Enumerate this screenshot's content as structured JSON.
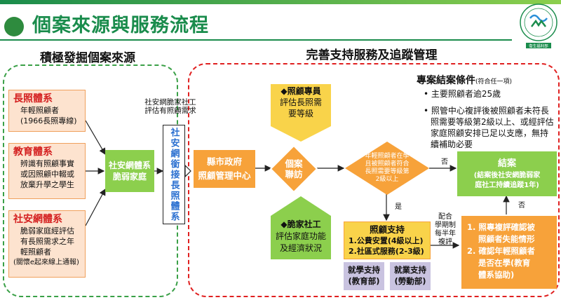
{
  "header": {
    "title": "個案來源與服務流程",
    "logo_text": "衛生福利部"
  },
  "left_section": {
    "title": "積極發掘個案來源",
    "sources": [
      {
        "heading": "長照體系",
        "body": [
          "年輕照顧者",
          "(1966長照專線)"
        ]
      },
      {
        "heading": "教育體系",
        "body": [
          "辨識有照顧事實",
          "或因照顧中輟或",
          "放棄升學之學生"
        ]
      },
      {
        "heading": "社安網體系",
        "body": [
          "脆弱家庭經評估",
          "有長照需求之年",
          "輕照顧者",
          "(關懷e起來線上通報)"
        ]
      }
    ],
    "merge_box": [
      "社安網體系",
      "脆弱家庭"
    ]
  },
  "connector": {
    "label": [
      "社安網脆家社工",
      "評估有照顧需求"
    ],
    "vertical_box": "社安網銜接長照體系"
  },
  "right_section": {
    "title": "完善支持服務及追蹤管理",
    "county_box": [
      "縣市政府",
      "照顧管理中心"
    ],
    "care_specialist": [
      "◆照顧專員",
      "評估長照需",
      "要等級"
    ],
    "social_worker": [
      "◆脆家社工",
      "評估家庭功能",
      "及經濟狀況"
    ],
    "joint_visit": [
      "個案",
      "聯訪"
    ],
    "decision": [
      "年輕照顧者在學",
      "且被照顧者符合",
      "長照需要等級第",
      "2級以上"
    ],
    "yes_label": "是",
    "no_label": "否",
    "no_label_2": "否",
    "closure_box": {
      "title": "結案",
      "note": [
        "(結案後社安網脆弱家",
        "庭社工持續追蹤1年)"
      ]
    },
    "care_support": {
      "title": "照顧支持",
      "items": [
        "1.公費安置(4級以上)",
        "2.社區式服務(2-3級)"
      ]
    },
    "school_support": [
      "就學支持",
      "(教育部)"
    ],
    "employment_support": [
      "就業支持",
      "(勞動部)"
    ],
    "cooperation_label": [
      "配合",
      "學期制",
      "每半年",
      "複評"
    ],
    "reassess_box": [
      "1. 照專複評確認被",
      "照顧者失能情形",
      "2. 確認年輕照顧者",
      "是否在學(教育",
      "體系協助)"
    ]
  },
  "closure_conditions": {
    "title": "專案結案條件",
    "title_note": "(符合任一項)",
    "items": [
      "主要照顧者逾25歲",
      "照管中心複評後被照顧者未符長照需要等級第2級以上、或經評估家庭照顧安排已足以支應，無持續補助必要"
    ]
  },
  "colors": {
    "green": "#8ccf4d",
    "orange": "#f7a23a",
    "title_green": "#1a8c4c",
    "red": "#d42020",
    "peach": "#fde3cf",
    "lavender": "#c9c3e0"
  }
}
